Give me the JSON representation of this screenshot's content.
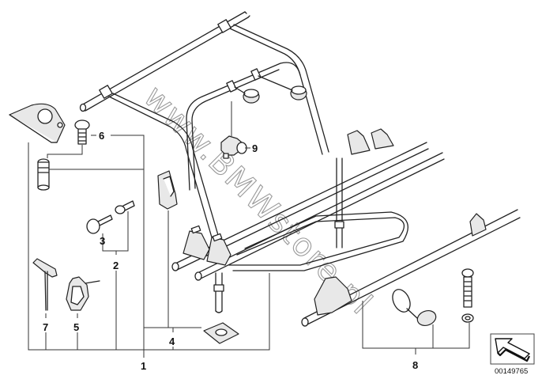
{
  "diagram": {
    "title": "Bicycle rack parts diagram",
    "watermark": "www.BMWstore.pl",
    "reference_number": "00149765",
    "callouts": [
      {
        "id": "1",
        "label": "1"
      },
      {
        "id": "2",
        "label": "2"
      },
      {
        "id": "3",
        "label": "3"
      },
      {
        "id": "4",
        "label": "4"
      },
      {
        "id": "5",
        "label": "5"
      },
      {
        "id": "6",
        "label": "6"
      },
      {
        "id": "7",
        "label": "7"
      },
      {
        "id": "8",
        "label": "8"
      },
      {
        "id": "9",
        "label": "9"
      }
    ],
    "parts": [
      "mounting-wedge",
      "torx-bolt",
      "threaded-sleeve",
      "lock-cover",
      "key",
      "lock-bolt",
      "t-handle-wrench",
      "strap-clamp",
      "base-plate",
      "rack-frame",
      "frame-clamp",
      "wheel-rail",
      "rail-clamp",
      "rail-bolt",
      "washer",
      "direction-arrow-symbol"
    ]
  }
}
